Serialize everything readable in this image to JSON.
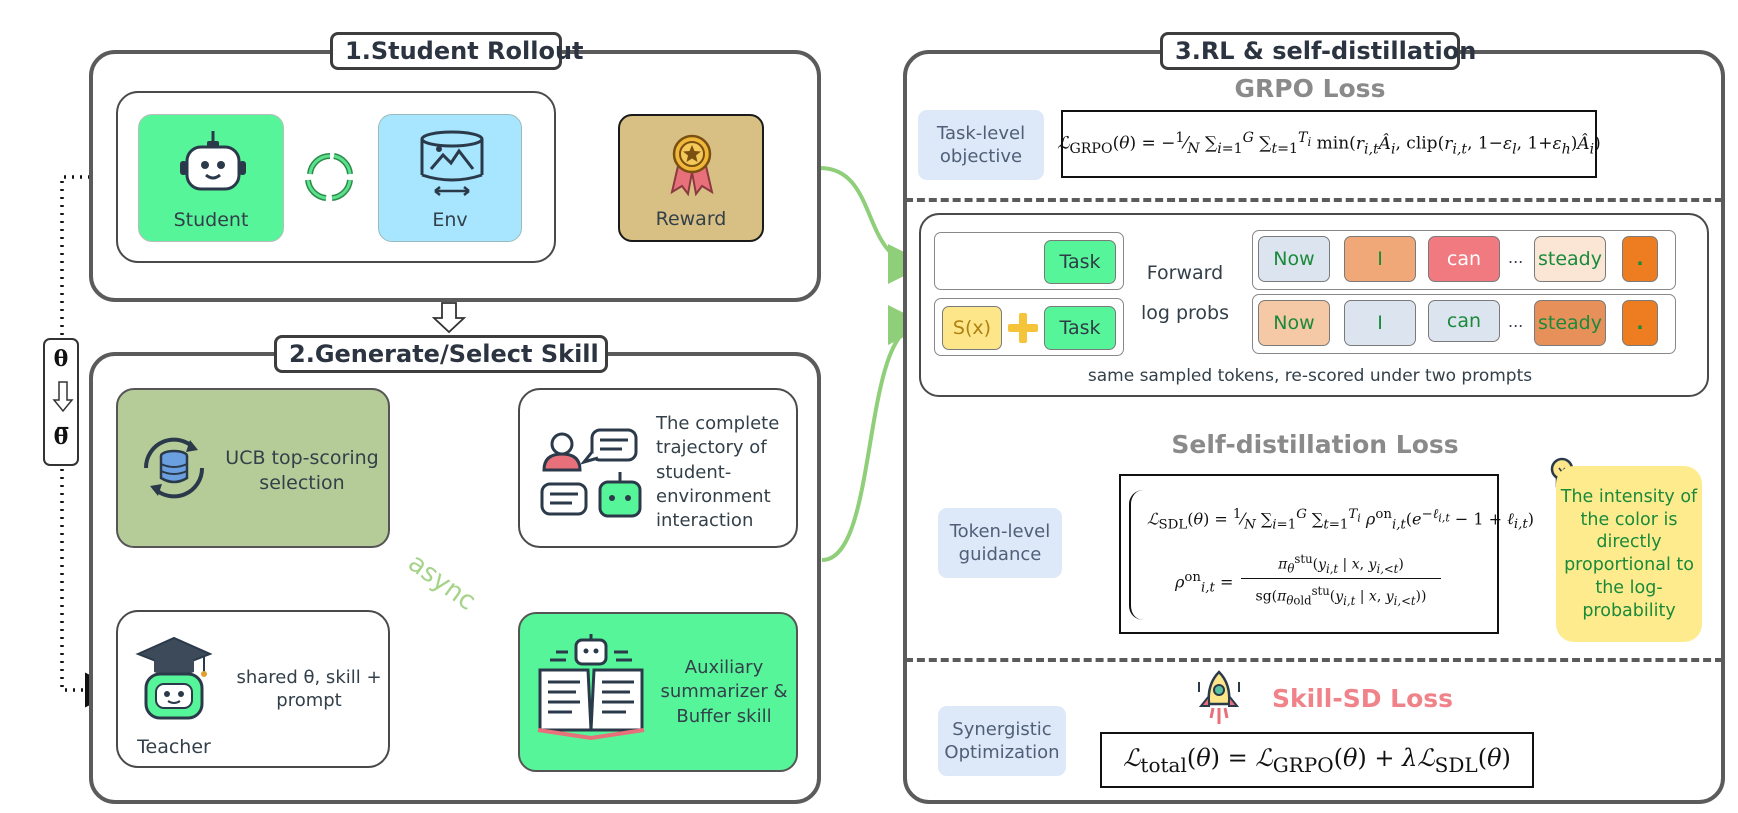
{
  "panels": {
    "rollout": {
      "title": "1.Student Rollout",
      "student": "Student",
      "env": "Env",
      "reward": "Reward"
    },
    "skill": {
      "title": "2.Generate/Select Skill",
      "ucb": "UCB top-scoring selection",
      "trajectory": "The complete trajectory of student-environment interaction",
      "async": "async",
      "teacher": "Teacher",
      "shared": "shared θ, skill + prompt",
      "auxiliary": "Auxiliary summarizer & Buffer skill"
    },
    "rl": {
      "title": "3.RL & self-distillation",
      "grpo_title": "GRPO Loss",
      "task_level": "Task-level objective",
      "task": "Task",
      "sx": "S(x)",
      "forward": "Forward",
      "logprobs": "log probs",
      "caption": "same sampled tokens, re-scored under two prompts",
      "sd_title": "Self-distillation Loss",
      "token_level": "Token-level guidance",
      "bulb_note": "The intensity of the color is directly proportional to the log-probability",
      "skillsd_title": "Skill-SD Loss",
      "synergistic": "Synergistic Optimization",
      "tokens_row1": [
        "Now",
        "I",
        "can",
        "...",
        "steady",
        "."
      ],
      "tokens_row2": [
        "Now",
        "I",
        "can",
        "...",
        "steady",
        "."
      ]
    }
  },
  "theta_labels": {
    "top": "θ",
    "bottom": "θ̅"
  },
  "colors": {
    "student_green": "#57f59a",
    "env_cyan": "#a8e6ff",
    "reward_tan": "#d8c084",
    "ucb_olive": "#b6cc98",
    "aux_green": "#57f59a",
    "async_green": "#a6d38a",
    "note_yellow": "#fdeb8e",
    "arrow_red": "#e8707a",
    "tag_blue": "#dde8f8"
  },
  "icons": [
    "robot-icon",
    "cycle-icon",
    "vr-env-icon",
    "medal-icon",
    "database-cycle-icon",
    "chat-person-icon",
    "graduation-robot-icon",
    "book-robot-icon",
    "lightbulb-icon",
    "rocket-icon"
  ]
}
